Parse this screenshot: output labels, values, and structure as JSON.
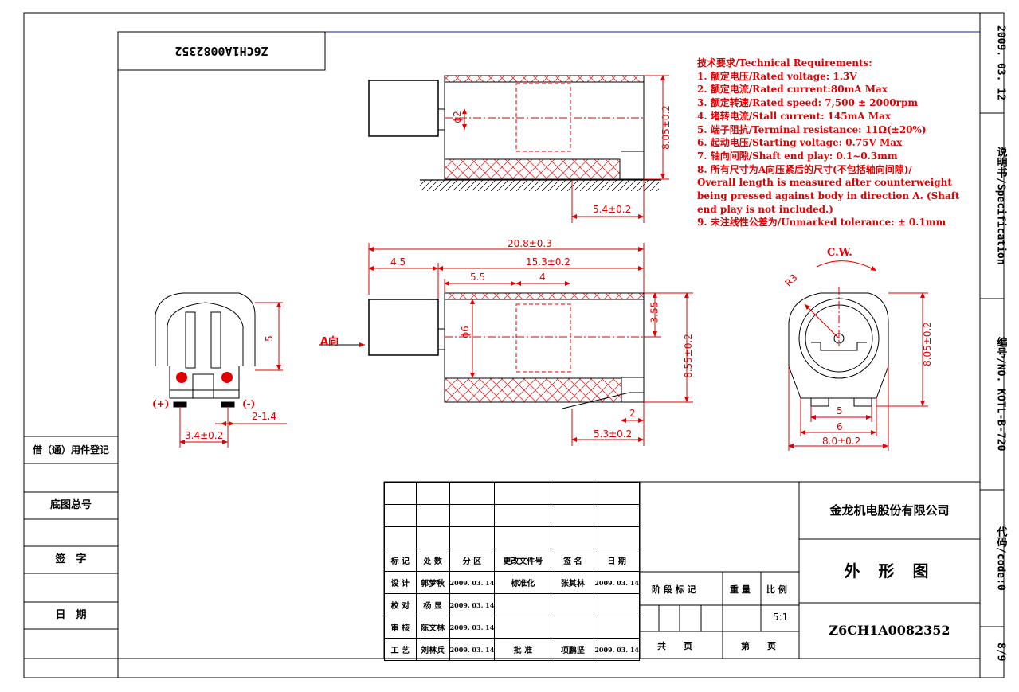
{
  "drawing_number_flipped": "Z6CH1A0082352",
  "tech_requirements": {
    "title": "技术要求/Technical Requirements:",
    "items": [
      "1. 额定电压/Rated voltage: 1.3V",
      "2. 额定电流/Rated current:80mA Max",
      "3. 额定转速/Rated speed: 7,500 ± 2000rpm",
      "4. 堵转电流/Stall current: 145mA Max",
      "5. 端子阻抗/Terminal resistance: 11Ω(±20%)",
      "6. 起动电压/Starting voltage: 0.75V  Max",
      "7. 轴向间隙/Shaft end play: 0.1~0.3mm",
      "8. 所有尺寸为A向压紧后的尺寸(不包括轴向间隙)/",
      "Overall length is measured after counterweight",
      "being pressed against body in direction A. (Shaft",
      "end play is not included.)",
      "9. 未注线性公差为/Unmarked tolerance:  ± 0.1mm"
    ]
  },
  "dimensions": {
    "top_view": {
      "phi2": "ϕ2",
      "height": "8.05±0.2",
      "offset": "5.4±0.2"
    },
    "side_view": {
      "overall": "20.8±0.3",
      "weight_len": "4.5",
      "body_len": "15.3±0.2",
      "d1": "5.5",
      "d2": "4",
      "phi6": "ϕ6",
      "d355": "3.55",
      "h855": "8.55±0.2",
      "d2b": "2",
      "offset": "5.3±0.2",
      "direction": "A向"
    },
    "left_view": {
      "d5": "5",
      "terminal_gap": "2-1.4",
      "pitch": "3.4±0.2",
      "plus": "(+)",
      "minus": "(-)"
    },
    "right_view": {
      "cw": "C.W.",
      "r3": "R3",
      "h805": "8.05±0.2",
      "w5": "5",
      "w6": "6",
      "w80": "8.0±0.2"
    }
  },
  "left_labels": [
    "借（通）用件登记",
    "底图总号",
    "签　字",
    "日　期"
  ],
  "right_column": [
    "2009. 03. 12",
    "说明书/Specification",
    "编号/NO. KOTL-B-720",
    "代码/code:0",
    "8/9"
  ],
  "title_block": {
    "company": "金龙机电股份有限公司",
    "title": "外 形 图",
    "number": "Z6CH1A0082352",
    "scale": "5:1",
    "header": [
      "标 记",
      "处 数",
      "分 区",
      "更改文件号",
      "签 名",
      "日 期"
    ],
    "rows": [
      [
        "设 计",
        "郭梦秋",
        "2009. 03. 14",
        "标准化",
        "张其林",
        "2009. 03. 14"
      ],
      [
        "校 对",
        "杨 显",
        "2009. 03. 14",
        "",
        "",
        ""
      ],
      [
        "审 核",
        "陈文林",
        "2009. 03. 14",
        "",
        "",
        ""
      ],
      [
        "工 艺",
        "刘林兵",
        "2009. 03. 14",
        "批 准",
        "项鹏坚",
        "2009. 03. 14"
      ]
    ],
    "stage": [
      "阶 段 标 记",
      "重 量",
      "比 例"
    ],
    "pages": [
      "共　　页",
      "第　　页"
    ]
  }
}
